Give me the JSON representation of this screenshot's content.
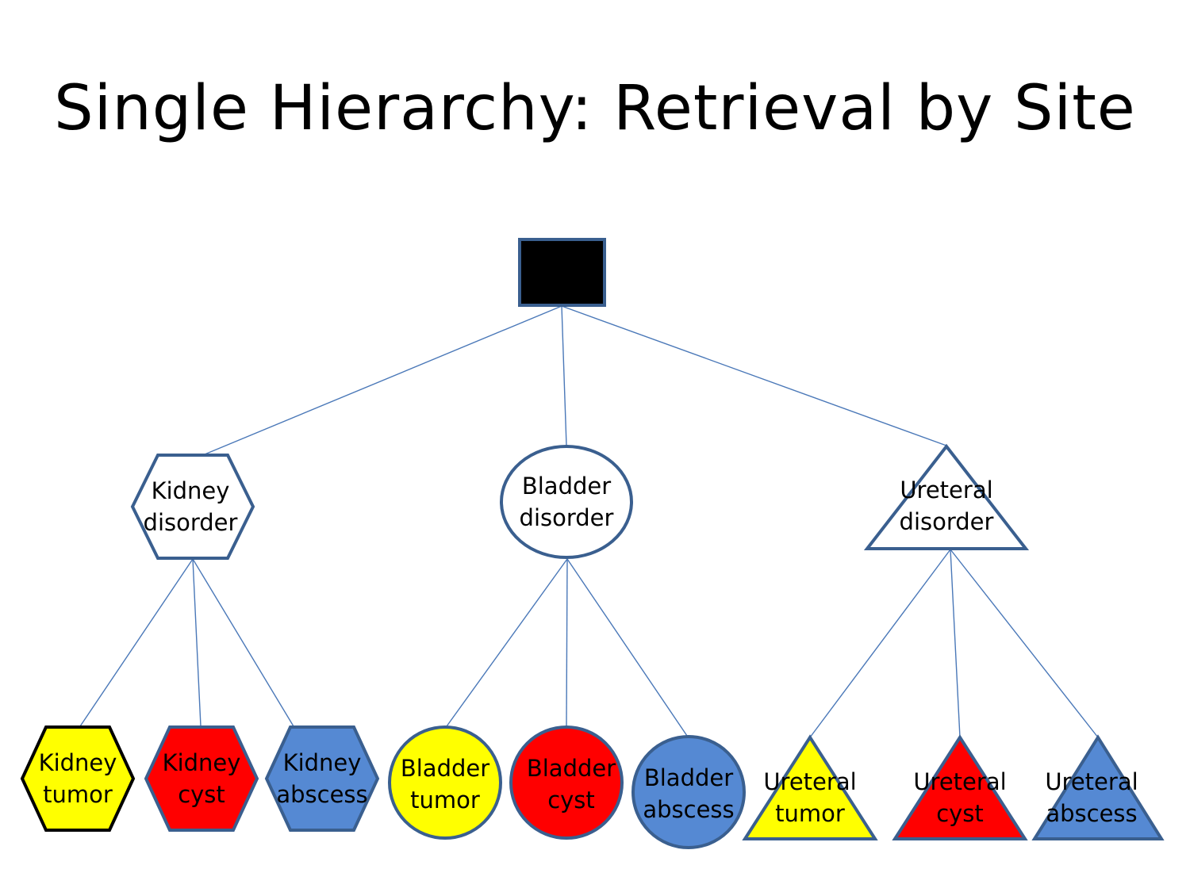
{
  "slide": {
    "title": "Single Hierarchy: Retrieval by Site"
  },
  "colors": {
    "edge": "#4a78b8",
    "outline": "#3a5f8f",
    "tumor": "#ffff00",
    "cyst": "#ff0000",
    "abscess": "#5589d3",
    "root": "#000000",
    "white": "#ffffff"
  },
  "diagram": {
    "root": {
      "shape": "square",
      "fill": "root",
      "label": []
    },
    "groups": [
      {
        "id": "kidney",
        "shape": "hexagon",
        "label": [
          "Kidney",
          "disorder"
        ],
        "children": [
          {
            "id": "kidney-tumor",
            "label": [
              "Kidney",
              "tumor"
            ],
            "fill": "tumor"
          },
          {
            "id": "kidney-cyst",
            "label": [
              "Kidney",
              "cyst"
            ],
            "fill": "cyst"
          },
          {
            "id": "kidney-abscess",
            "label": [
              "Kidney",
              "abscess"
            ],
            "fill": "abscess"
          }
        ]
      },
      {
        "id": "bladder",
        "shape": "circle",
        "label": [
          "Bladder",
          "disorder"
        ],
        "children": [
          {
            "id": "bladder-tumor",
            "label": [
              "Bladder",
              "tumor"
            ],
            "fill": "tumor"
          },
          {
            "id": "bladder-cyst",
            "label": [
              "Bladder",
              "cyst"
            ],
            "fill": "cyst"
          },
          {
            "id": "bladder-abscess",
            "label": [
              "Bladder",
              "abscess"
            ],
            "fill": "abscess"
          }
        ]
      },
      {
        "id": "ureteral",
        "shape": "triangle",
        "label": [
          "Ureteral",
          "disorder"
        ],
        "children": [
          {
            "id": "ureteral-tumor",
            "label": [
              "Ureteral",
              "tumor"
            ],
            "fill": "tumor"
          },
          {
            "id": "ureteral-cyst",
            "label": [
              "Ureteral",
              "cyst"
            ],
            "fill": "cyst"
          },
          {
            "id": "ureteral-abscess",
            "label": [
              "Ureteral",
              "abscess"
            ],
            "fill": "abscess"
          }
        ]
      }
    ]
  }
}
